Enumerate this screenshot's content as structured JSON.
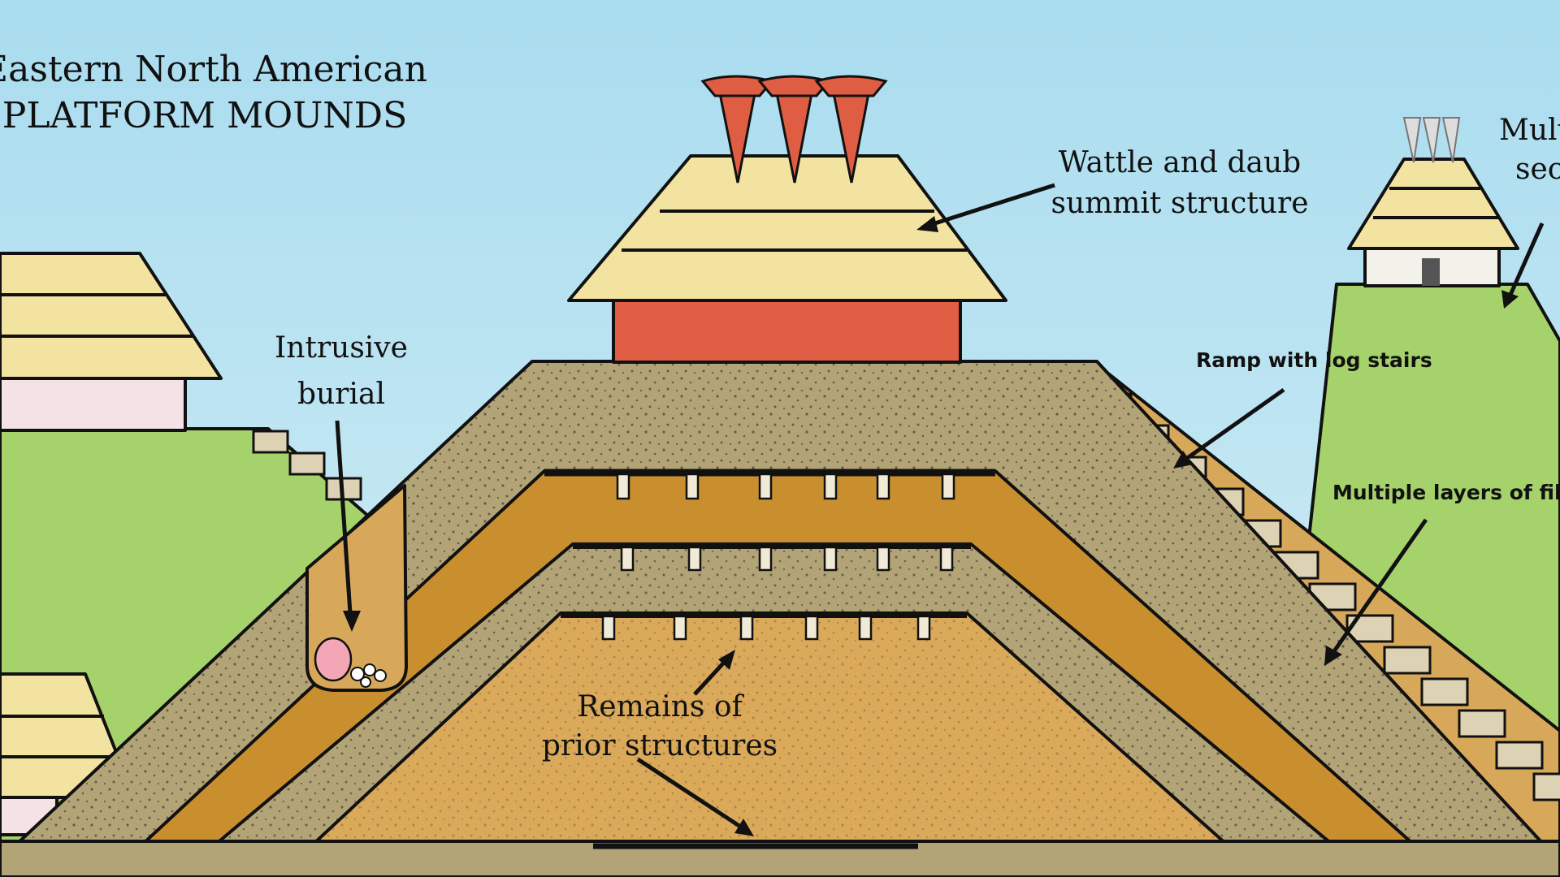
{
  "title": {
    "line1": "Eastern North American",
    "line2": "PLATFORM MOUNDS"
  },
  "labels": {
    "summit_1": "Wattle and daub",
    "summit_2": "summit structure",
    "burial_1": "Intrusive",
    "burial_2": "burial",
    "ramp": "Ramp with log stairs",
    "fill": "Multiple layers of fill",
    "prior_1": "Remains of",
    "prior_2": "prior structures",
    "cut_1": "Mult",
    "cut_2": "seco"
  },
  "colors": {
    "sky_top": "#a9dcef",
    "sky_bottom": "#d4eef5",
    "outer_fill": "#b3a477",
    "orange_fill": "#c98f2e",
    "core_fill": "#dba95a",
    "thatch": "#f3e3a1",
    "wall_red": "#df5e43",
    "green_mound": "#a5d26b",
    "ramp_fill": "#d8a85a",
    "step": "#ddd3b4"
  }
}
